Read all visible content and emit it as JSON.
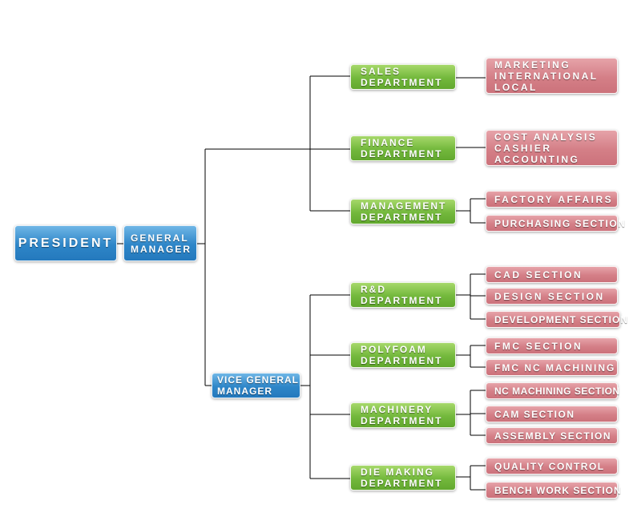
{
  "president": "PRESIDENT",
  "general_manager": [
    "GENERAL",
    "MANAGER"
  ],
  "vice_general_manager": [
    "VICE GENERAL",
    "MANAGER"
  ],
  "departments": {
    "sales": {
      "name": [
        "SALES",
        "DEPARTMENT"
      ],
      "sections": [
        [
          "MARKETING",
          "INTERNATIONAL",
          "LOCAL"
        ]
      ]
    },
    "finance": {
      "name": [
        "FINANCE",
        "DEPARTMENT"
      ],
      "sections": [
        [
          "COST ANALYSIS",
          "CASHIER",
          "ACCOUNTING"
        ]
      ]
    },
    "management": {
      "name": [
        "MANAGEMENT",
        "DEPARTMENT"
      ],
      "sections": [
        "FACTORY AFFAIRS",
        "PURCHASING SECTION"
      ]
    },
    "rnd": {
      "name": [
        "R&D",
        "DEPARTMENT"
      ],
      "sections": [
        "CAD SECTION",
        "DESIGN SECTION",
        "DEVELOPMENT SECTION"
      ]
    },
    "polyfoam": {
      "name": [
        "POLYFOAM",
        "DEPARTMENT"
      ],
      "sections": [
        "FMC SECTION",
        "FMC NC MACHINING"
      ]
    },
    "machinery": {
      "name": [
        "MACHINERY",
        "DEPARTMENT"
      ],
      "sections": [
        "NC MACHINING SECTION",
        "CAM SECTION",
        "ASSEMBLY SECTION"
      ]
    },
    "die_making": {
      "name": [
        "DIE MAKING",
        "DEPARTMENT"
      ],
      "sections": [
        "QUALITY CONTROL",
        "BENCH WORK SECTION"
      ]
    }
  },
  "colors": {
    "executive": "#2e86c8",
    "department": "#73b83c",
    "section": "#d47f87",
    "connector": "#000000"
  }
}
